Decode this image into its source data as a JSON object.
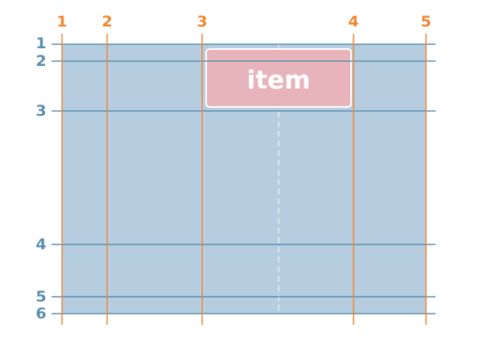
{
  "item": {
    "label": "item"
  },
  "column_lines": {
    "labels": [
      "1",
      "2",
      "3",
      "4",
      "5"
    ],
    "color": "#f4852f"
  },
  "row_lines": {
    "labels": [
      "1",
      "2",
      "3",
      "4",
      "5",
      "6"
    ],
    "color": "#5b8fb0"
  },
  "colors": {
    "grid_area": "#b5cddf",
    "item_fill": "#e8b4bb",
    "item_border": "#ffffff",
    "item_text": "#ffffff",
    "center_guide": "#e6eef4"
  }
}
